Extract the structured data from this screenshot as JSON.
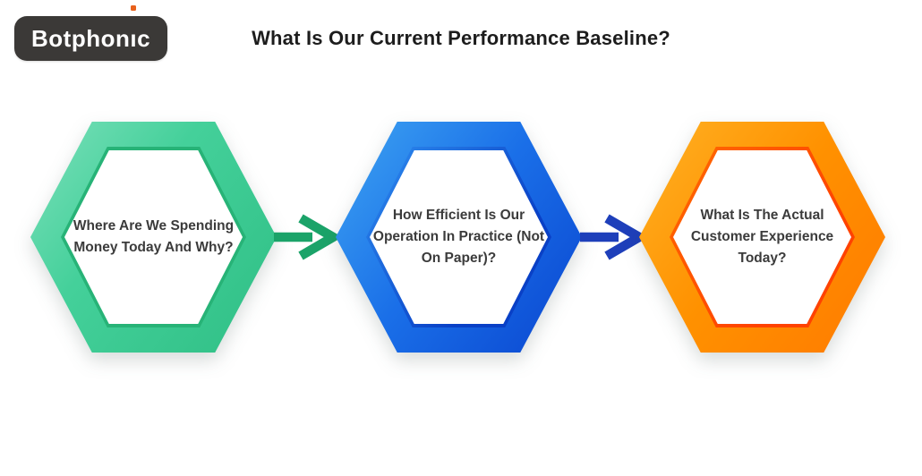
{
  "brand": {
    "logo_text": "Botphonic",
    "logo_bg_color": "#3b3937",
    "logo_dot_color": "#e8611c"
  },
  "title": "What Is Our Current Performance Baseline?",
  "steps": [
    {
      "label": "Where Are We Spending Money Today And Why?",
      "theme_color": "#3ecb92"
    },
    {
      "label": "How Efficient Is Our Operation In Practice (Not On Paper)?",
      "theme_color": "#1a6fe8"
    },
    {
      "label": "What Is The Actual Customer Experience Today?",
      "theme_color": "#ff9100"
    }
  ],
  "arrows": [
    {
      "direction": "right",
      "color": "#1ba369"
    },
    {
      "direction": "right",
      "color": "#1e3fba"
    }
  ]
}
